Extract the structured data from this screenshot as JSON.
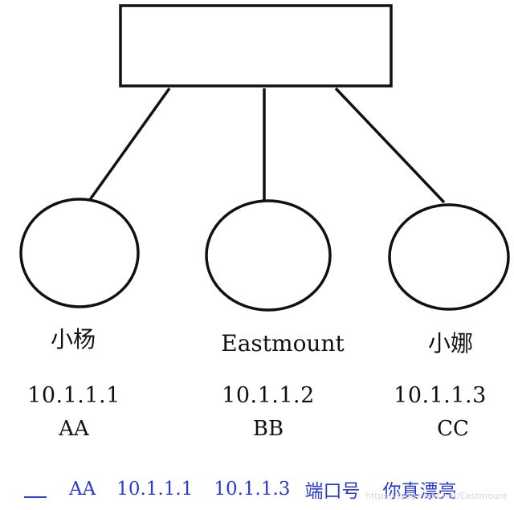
{
  "nodes": [
    {
      "name": "小杨",
      "ip": "10.1.1.1",
      "mac": "AA"
    },
    {
      "name": "Eastmount",
      "ip": "10.1.1.2",
      "mac": "BB"
    },
    {
      "name": "小娜",
      "ip": "10.1.1.3",
      "mac": "CC"
    }
  ],
  "packet": {
    "blank": "",
    "mac": "AA",
    "src_ip": "10.1.1.1",
    "dst_ip": "10.1.1.3",
    "port": "端口号",
    "payload": "你真漂亮"
  },
  "watermark": "https://blog.csdn.net/Eastmount",
  "colors": {
    "line": "#111111",
    "packet_text": "#2a3bd6"
  }
}
